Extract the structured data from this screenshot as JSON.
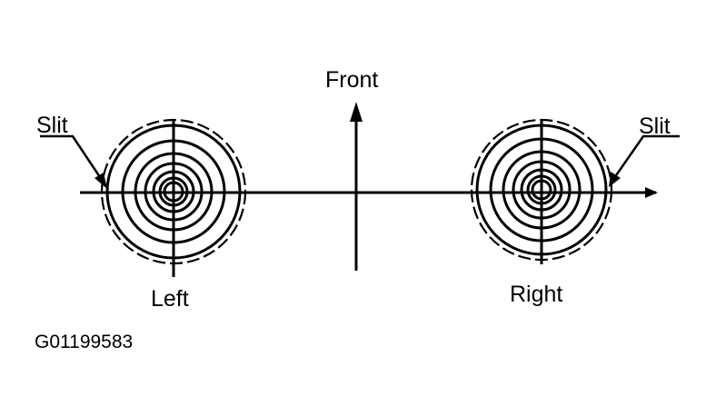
{
  "labels": {
    "front": "Front",
    "slit_left": "Slit",
    "slit_right": "Slit",
    "left": "Left",
    "right": "Right"
  },
  "figure_code": "G01199583",
  "colors": {
    "ink": "#000000",
    "background": "#ffffff"
  },
  "icons": {
    "front_arrow": "arrow-up-icon",
    "slit_pointer": "arrow-pointer-icon"
  }
}
